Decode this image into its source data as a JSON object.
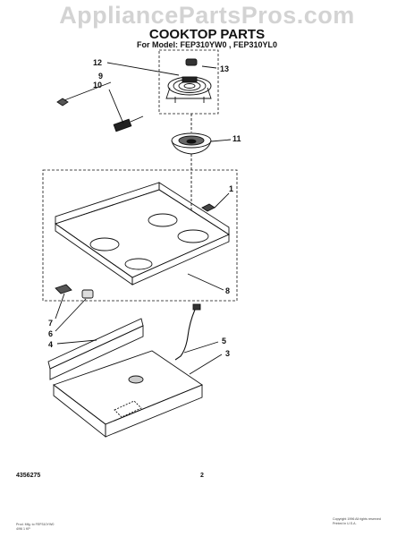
{
  "watermark": "AppliancePartsPros.com",
  "header": {
    "title": "COOKTOP PARTS",
    "subtitle": "For Model: FEP310YW0 , FEP310YL0"
  },
  "callouts": {
    "c1": "1",
    "c3": "3",
    "c4": "4",
    "c5": "5",
    "c6": "6",
    "c7": "7",
    "c8": "8",
    "c9": "9",
    "c10": "10",
    "c11": "11",
    "c12": "12",
    "c13": "13"
  },
  "footer": {
    "part_number": "4356275",
    "page": "2",
    "left_fine_1": "Prod. Mfg. to FEP310YW0",
    "left_fine_2": "4/96 1 KP",
    "right_fine_1": "Copyright 1996 All rights reserved",
    "right_fine_2": "Printed in U.S.A."
  }
}
